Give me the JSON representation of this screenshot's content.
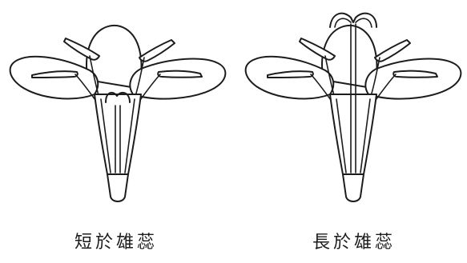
{
  "figures": [
    {
      "caption": "短於雄蕊",
      "style_length": "shorter"
    },
    {
      "caption": "長於雄蕊",
      "style_length": "longer"
    }
  ],
  "colors": {
    "ink": "#1c1c1c",
    "background": "#ffffff"
  }
}
